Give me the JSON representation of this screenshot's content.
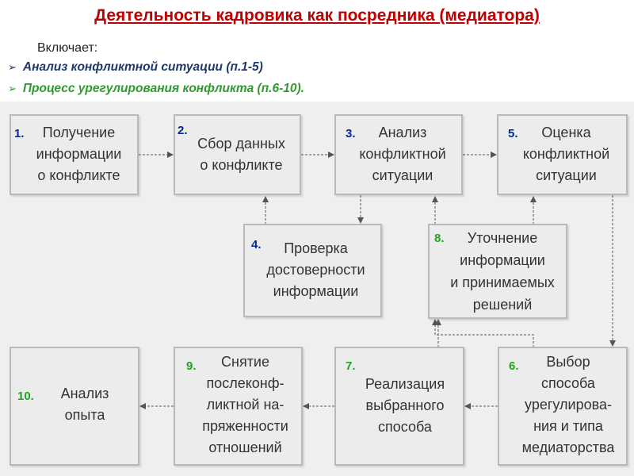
{
  "header": {
    "title": "Деятельность кадровика как посредника (медиатора)",
    "includes_label": "Включает:",
    "bullets": [
      {
        "marker": "➢",
        "text": "Анализ конфликтной ситуации (п.1-5)"
      },
      {
        "marker": "➢",
        "text": "Процесс урегулирования конфликта (п.6-10)."
      }
    ]
  },
  "diagram": {
    "boxes": [
      {
        "num": "1.",
        "text": "Получение\nинформации\nо конфликте"
      },
      {
        "num": "2.",
        "text": "Сбор данных\nо конфликте"
      },
      {
        "num": "3.",
        "text": "Анализ\nконфликтной\nситуации"
      },
      {
        "num": "5.",
        "text": "Оценка\nконфликтной\nситуации"
      },
      {
        "num": "4.",
        "text": "Проверка\nдостоверности\nинформации"
      },
      {
        "num": "8.",
        "text": "Уточнение\nинформации\nи принимаемых\nрешений"
      },
      {
        "num": "10.",
        "text": "Анализ\nопыта"
      },
      {
        "num": "9.",
        "text": "Снятие\nпослеконф-\nликтной на-\nпряженности\nотношений"
      },
      {
        "num": "7.",
        "text": "Реализация\nвыбранного\nспособа"
      },
      {
        "num": "6.",
        "text": "Выбор\nспособа\nурегулирова-\nния и типа\nмедиаторства"
      }
    ]
  },
  "colors": {
    "title": "#c00000",
    "bullet1": "#1f3a6a",
    "bullet2": "#2f9a2f",
    "num_blue": "#002a9a",
    "num_green": "#1fa51f"
  }
}
